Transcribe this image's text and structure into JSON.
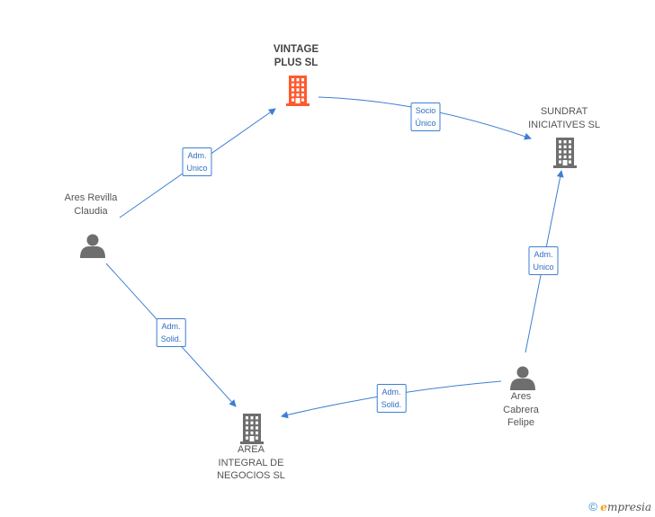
{
  "colors": {
    "edge": "#3d7fd4",
    "company_main": "#ff5a2e",
    "company": "#6e6e6e",
    "person": "#6e6e6e"
  },
  "nodes": [
    {
      "id": "vintage",
      "kind": "company-main",
      "label_lines": [
        "VINTAGE",
        "PLUS SL"
      ]
    },
    {
      "id": "sundrat",
      "kind": "company",
      "label_lines": [
        "SUNDRAT",
        "INICIATIVES SL"
      ]
    },
    {
      "id": "area",
      "kind": "company",
      "label_lines": [
        "AREA",
        "INTEGRAL DE",
        "NEGOCIOS SL"
      ]
    },
    {
      "id": "claudia",
      "kind": "person",
      "label_lines": [
        "Ares Revilla",
        "Claudia"
      ]
    },
    {
      "id": "felipe",
      "kind": "person",
      "label_lines": [
        "Ares",
        "Cabrera",
        "Felipe"
      ]
    }
  ],
  "edges": [
    {
      "from": "claudia",
      "to": "vintage",
      "label_lines": [
        "Adm.",
        "Unico"
      ]
    },
    {
      "from": "vintage",
      "to": "sundrat",
      "label_lines": [
        "Socio",
        "Único"
      ]
    },
    {
      "from": "felipe",
      "to": "sundrat",
      "label_lines": [
        "Adm.",
        "Unico"
      ]
    },
    {
      "from": "claudia",
      "to": "area",
      "label_lines": [
        "Adm.",
        "Solid."
      ]
    },
    {
      "from": "felipe",
      "to": "area",
      "label_lines": [
        "Adm.",
        "Solid."
      ]
    }
  ],
  "footer": {
    "copyright": "©",
    "brand_initial": "e",
    "brand_rest": "mpresia"
  }
}
